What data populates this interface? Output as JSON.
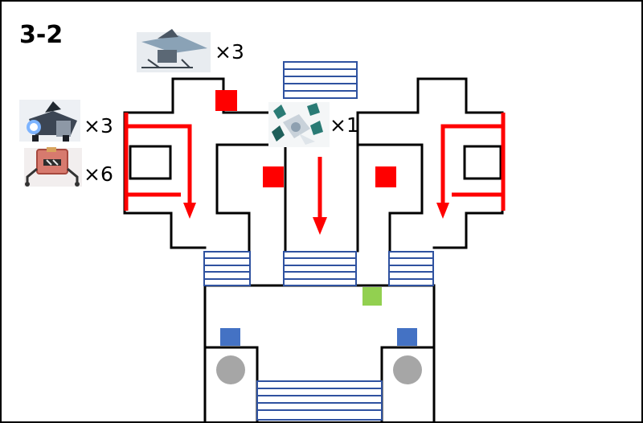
{
  "stage": {
    "title": "3-2"
  },
  "enemies": [
    {
      "icon": "flying-drone-enemy-icon",
      "count": "×3"
    },
    {
      "icon": "boss-drone-enemy-icon",
      "count": "×1"
    },
    {
      "icon": "wolf-mech-enemy-icon",
      "count": "×3"
    },
    {
      "icon": "crate-walker-enemy-icon",
      "count": "×6"
    }
  ],
  "colors": {
    "wall": "#000000",
    "path_arrow": "#ff0000",
    "spawn_point": "#ff0000",
    "stairs": "#2f52a0",
    "blue_marker": "#4472c4",
    "green_marker": "#92d050",
    "pillar": "#a6a6a6"
  },
  "legend_icons": [
    "spawn-square-icon",
    "stairs-icon",
    "green-marker-icon",
    "blue-marker-icon",
    "pillar-icon",
    "path-arrow-icon"
  ]
}
